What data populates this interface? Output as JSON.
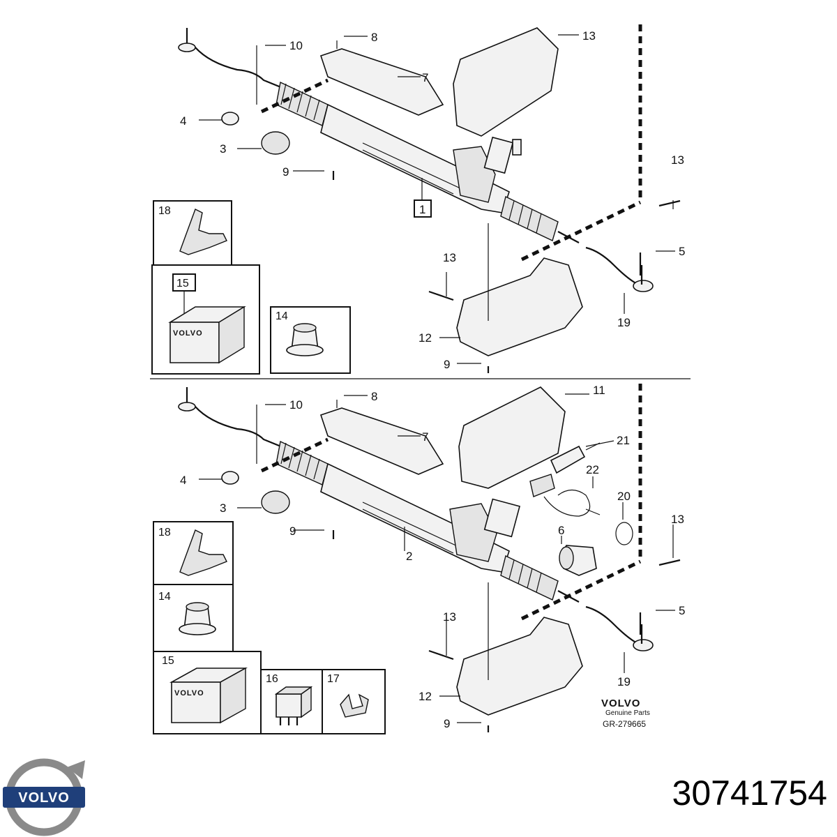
{
  "diagram": {
    "top_callouts": [
      "10",
      "8",
      "13",
      "7",
      "4",
      "3",
      "9",
      "1",
      "13",
      "18",
      "15",
      "14",
      "13",
      "5",
      "12",
      "9",
      "19"
    ],
    "bottom_callouts": [
      "10",
      "8",
      "11",
      "7",
      "21",
      "4",
      "22",
      "3",
      "20",
      "9",
      "2",
      "6",
      "13",
      "18",
      "14",
      "15",
      "16",
      "17",
      "13",
      "5",
      "12",
      "19",
      "9"
    ],
    "box_logo_text": "VOLVO",
    "brand_block": {
      "brand": "VOLVO",
      "subtitle": "Genuine Parts",
      "ref": "GR-279665"
    }
  },
  "logo": {
    "text": "VOLVO"
  },
  "part_number": "30741754"
}
